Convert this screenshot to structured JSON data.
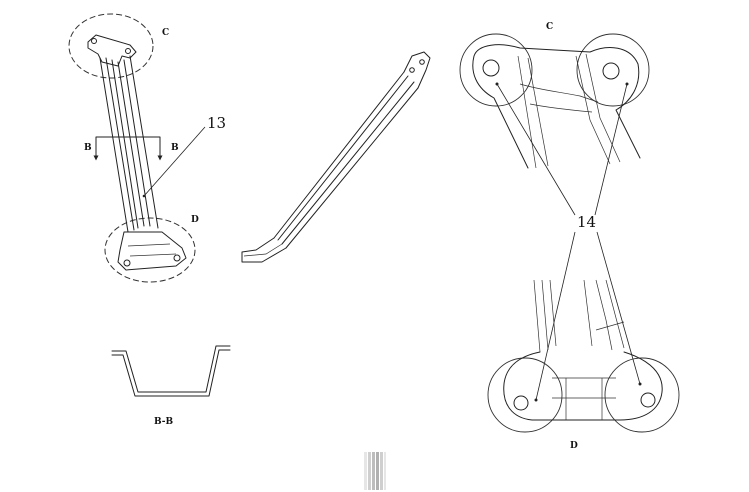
{
  "labels": {
    "detail_c_small": "C",
    "detail_d_small": "D",
    "section_b_left": "B",
    "section_b_right": "B",
    "part_13": "13",
    "section_title": "B-B",
    "detail_c_large": "C",
    "part_14": "14",
    "detail_d_large": "D"
  }
}
